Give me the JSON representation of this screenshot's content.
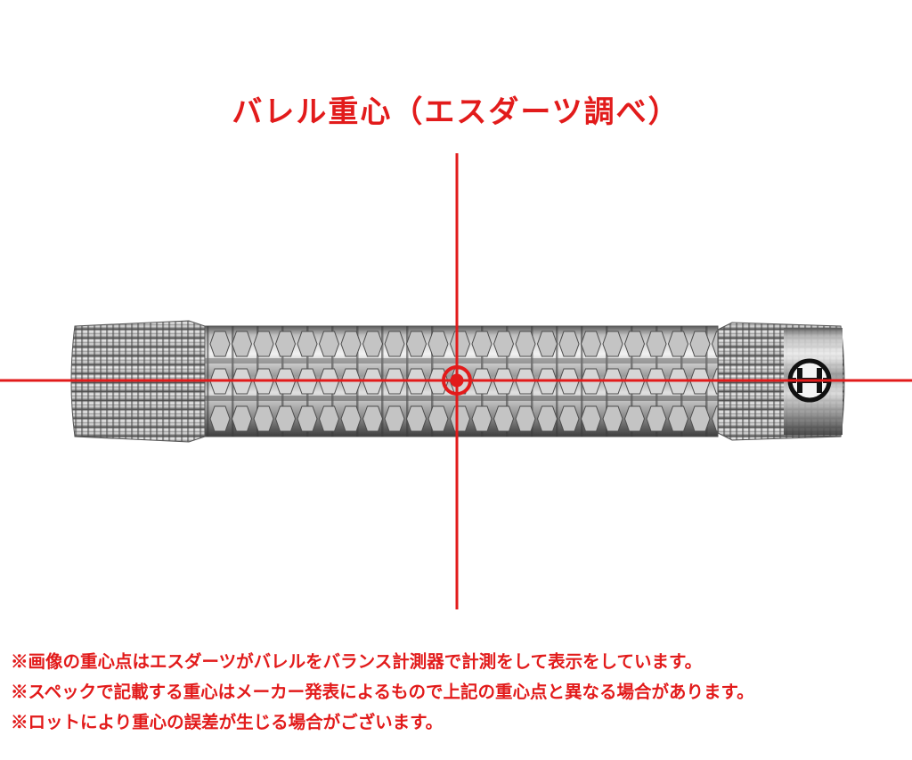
{
  "title": "バレル重心（エスダーツ調べ）",
  "notes": [
    "※画像の重心点はエスダーツがバレルをバランス計測器で計測をして表示をしています。",
    "※スペックで記載する重心はメーカー発表によるもので上記の重心点と異なる場合があります。",
    "※ロットにより重心の誤差が生じる場合がございます。"
  ],
  "colors": {
    "accent": "#e21b1b",
    "metal_light": "#e8e8e8",
    "metal_dark": "#4a4a4a"
  },
  "logo_icon": "barrel-logo-icon"
}
